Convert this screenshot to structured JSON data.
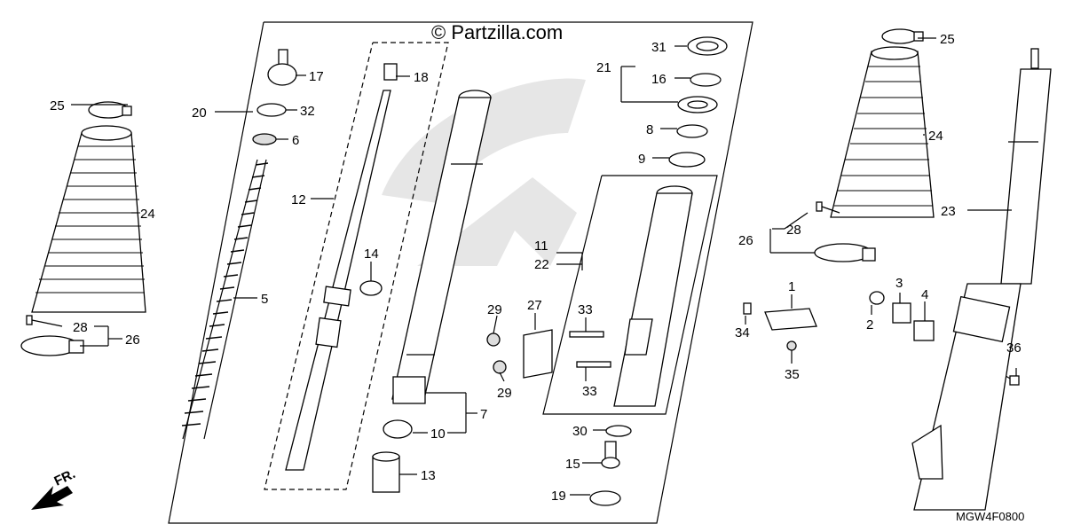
{
  "watermark": "© Partzilla.com",
  "diagram_code": "MGW4F0800",
  "direction_label": "FR.",
  "callouts": {
    "c1": "1",
    "c2": "2",
    "c3": "3",
    "c4": "4",
    "c5": "5",
    "c6": "6",
    "c7": "7",
    "c8": "8",
    "c9": "9",
    "c10": "10",
    "c11": "11",
    "c12": "12",
    "c13": "13",
    "c14": "14",
    "c15": "15",
    "c16": "16",
    "c17": "17",
    "c18": "18",
    "c19": "19",
    "c20": "20",
    "c21": "21",
    "c22": "22",
    "c23": "23",
    "c24a": "24",
    "c24b": "24",
    "c25a": "25",
    "c25b": "25",
    "c26a": "26",
    "c26b": "26",
    "c27": "27",
    "c28a": "28",
    "c28b": "28",
    "c29a": "29",
    "c29b": "29",
    "c30": "30",
    "c31": "31",
    "c32": "32",
    "c33a": "33",
    "c33b": "33",
    "c34": "34",
    "c35": "35",
    "c36": "36"
  }
}
